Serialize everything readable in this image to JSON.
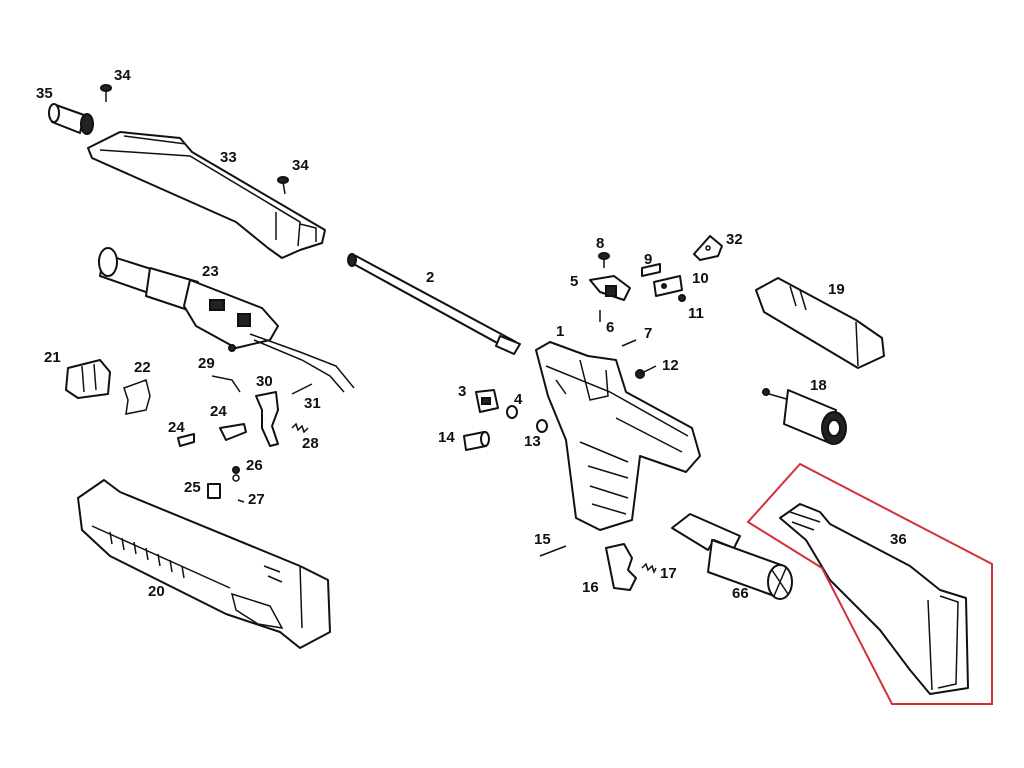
{
  "diagram": {
    "labels": [
      {
        "id": "35",
        "text": "35"
      },
      {
        "id": "34a",
        "text": "34"
      },
      {
        "id": "33",
        "text": "33"
      },
      {
        "id": "34b",
        "text": "34"
      },
      {
        "id": "23",
        "text": "23"
      },
      {
        "id": "2",
        "text": "2"
      },
      {
        "id": "8",
        "text": "8"
      },
      {
        "id": "32",
        "text": "32"
      },
      {
        "id": "9",
        "text": "9"
      },
      {
        "id": "5",
        "text": "5"
      },
      {
        "id": "10",
        "text": "10"
      },
      {
        "id": "11",
        "text": "11"
      },
      {
        "id": "19",
        "text": "19"
      },
      {
        "id": "6",
        "text": "6"
      },
      {
        "id": "1",
        "text": "1"
      },
      {
        "id": "7",
        "text": "7"
      },
      {
        "id": "21",
        "text": "21"
      },
      {
        "id": "22",
        "text": "22"
      },
      {
        "id": "29",
        "text": "29"
      },
      {
        "id": "30",
        "text": "30"
      },
      {
        "id": "31",
        "text": "31"
      },
      {
        "id": "12",
        "text": "12"
      },
      {
        "id": "18",
        "text": "18"
      },
      {
        "id": "3",
        "text": "3"
      },
      {
        "id": "4",
        "text": "4"
      },
      {
        "id": "24a",
        "text": "24"
      },
      {
        "id": "24b",
        "text": "24"
      },
      {
        "id": "28",
        "text": "28"
      },
      {
        "id": "14",
        "text": "14"
      },
      {
        "id": "13",
        "text": "13"
      },
      {
        "id": "26",
        "text": "26"
      },
      {
        "id": "25",
        "text": "25"
      },
      {
        "id": "27",
        "text": "27"
      },
      {
        "id": "36",
        "text": "36"
      },
      {
        "id": "20",
        "text": "20"
      },
      {
        "id": "15",
        "text": "15"
      },
      {
        "id": "17",
        "text": "17"
      },
      {
        "id": "16",
        "text": "16"
      },
      {
        "id": "66",
        "text": "66"
      }
    ],
    "highlight": {
      "color": "#d0323c",
      "part_label": "36"
    }
  }
}
